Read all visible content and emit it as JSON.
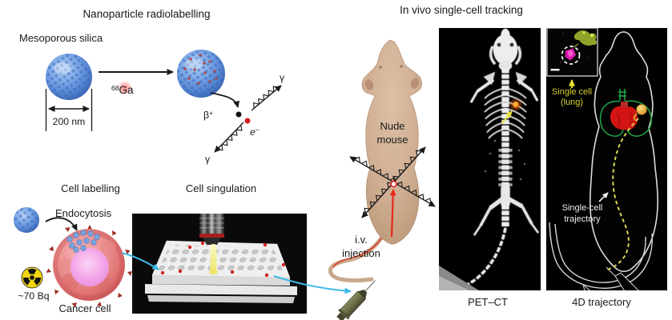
{
  "sections": {
    "radiolabelling": {
      "title": "Nanoparticle radiolabelling",
      "particle_label": "Mesoporous silica",
      "size_label": "200 nm",
      "isotope_mass": "68",
      "isotope_symbol": "Ga",
      "beta": "β",
      "beta_sup": "+",
      "electron": "e",
      "electron_sup": "−",
      "gamma": "γ"
    },
    "cell_labelling": {
      "title": "Cell labelling",
      "endocytosis": "Endocytosis",
      "activity": "~70 Bq",
      "cell": "Cancer cell"
    },
    "cell_singulation": {
      "title": "Cell singulation"
    },
    "injection": {
      "mouse_line1": "Nude",
      "mouse_line2": "mouse",
      "iv_line1": "i.v.",
      "iv_line2": "injection"
    },
    "tracking": {
      "title": "In vivo single-cell tracking",
      "petct_caption": "PET–CT",
      "trajectory_caption": "4D trajectory",
      "single_cell_line1": "Single cell",
      "single_cell_line2": "(lung)",
      "trajectory_line1": "Single-cell",
      "trajectory_line2": "trajectory"
    }
  },
  "colors": {
    "nanoparticle_blue": "#5b8fd8",
    "isotope_glow_red": "#e84545",
    "electron_red": "#cc1f1f",
    "cell_pink": "#e57f7f",
    "nucleus_magenta": "#ee8fe2",
    "radioactive_yellow": "#f2d50f",
    "mouse_tan": "#cfae93",
    "vein_red": "#e8281e",
    "cyan_arrow": "#3fb9e6",
    "pet_hotspot_orange": "#e06010",
    "annotation_yellow": "#e0da35",
    "lung_green": "#1f9e47",
    "heart_red": "#d41414",
    "trajectory_yellow": "#d8d554",
    "inset_magenta": "#e41bb4",
    "panel_background": "#000000"
  }
}
